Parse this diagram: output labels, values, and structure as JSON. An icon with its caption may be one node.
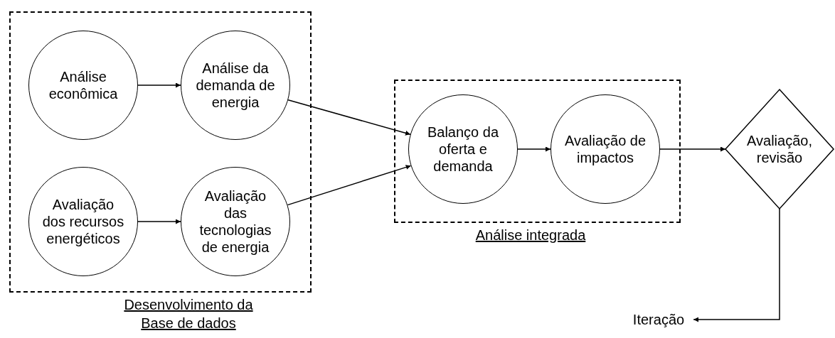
{
  "diagram": {
    "nodes": [
      {
        "text": [
          "Desenvolvimento da Base de dados"
        ]
      },
      {
        "text": [
          "Análise econômica"
        ],
        "in": 0
      },
      {
        "text": [
          "Análise da demanda de energia"
        ],
        "in": 0
      },
      {
        "text": [
          "Avaliação dos recursos energéticos"
        ],
        "in": 0
      },
      {
        "text": [
          "Avaliação das tecnologias de energia"
        ],
        "in": 0
      },
      {
        "text": [
          "Análise integrada"
        ]
      },
      {
        "text": [
          "Balanço da oferta e demanda"
        ],
        "in": 5
      },
      {
        "text": [
          "Avaliação de impactos"
        ],
        "in": 5
      },
      {
        "text": [
          "Avaliação, revisão"
        ]
      },
      {
        "text": [
          "Iteração"
        ]
      }
    ],
    "edges": [
      {
        "from": 1,
        "to": 2,
        "arrow": "to"
      },
      {
        "from": 3,
        "to": 4,
        "arrow": "to"
      },
      {
        "from": 2,
        "to": 6,
        "arrow": "to"
      },
      {
        "from": 4,
        "to": 6,
        "arrow": "to"
      },
      {
        "from": 6,
        "to": 7,
        "arrow": "to"
      },
      {
        "from": 7,
        "to": 8,
        "arrow": "to"
      },
      {
        "from": 8,
        "to": 9,
        "arrow": "to"
      }
    ]
  }
}
